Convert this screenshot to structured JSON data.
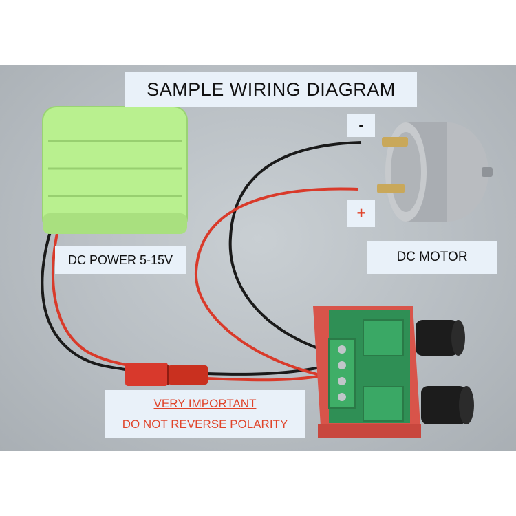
{
  "labels": {
    "title": "SAMPLE WIRING DIAGRAM",
    "negative": "-",
    "positive": "+",
    "power": "DC POWER 5-15V",
    "motor": "DC  MOTOR",
    "warning_line1": "VERY IMPORTANT",
    "warning_line2": "DO NOT REVERSE POLARITY"
  },
  "colors": {
    "background": "#ffffff",
    "label_box": "#e9f1f9",
    "warning_text": "#e0442a",
    "red_wire": "#d93a2a",
    "black_wire": "#1a1a1a",
    "battery": "#b9f08f",
    "controller_board": "#2f8f55",
    "controller_case": "#d8544a"
  }
}
